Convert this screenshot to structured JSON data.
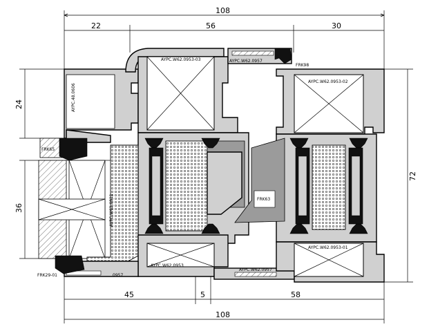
{
  "dimensions": {
    "top_total": "108",
    "top_left": "22",
    "top_mid": "56",
    "top_right": "30",
    "left_upper": "24",
    "left_lower": "36",
    "right": "72",
    "bottom_left": "45",
    "bottom_mid": "5",
    "bottom_right": "58",
    "bottom_total": "108"
  },
  "labels": {
    "box_top_left": "AYPC.W62.0953-03",
    "box_top_right": "AYPC.W62.0953-02",
    "box_bottom_left": "AYPC.W62.0953",
    "box_bottom_right": "AYPC.W62.0953-01",
    "strip_top": "AYPC.W62.0957",
    "strip_bottom": "AYPC.W62.0957",
    "frk98": "FRK98",
    "frk65": "FRK65",
    "frk63": "FRK63",
    "frk29": "FRK29-01",
    "left_profile": "AYPC.48.0606",
    "vertical_profile": "AYPC.W62.0911",
    "bottom_small": "0957"
  },
  "colors": {
    "profile_fill": "#d0d0d0",
    "insulation_fill": "#9b9b9b",
    "gasket_fill": "#111111"
  }
}
